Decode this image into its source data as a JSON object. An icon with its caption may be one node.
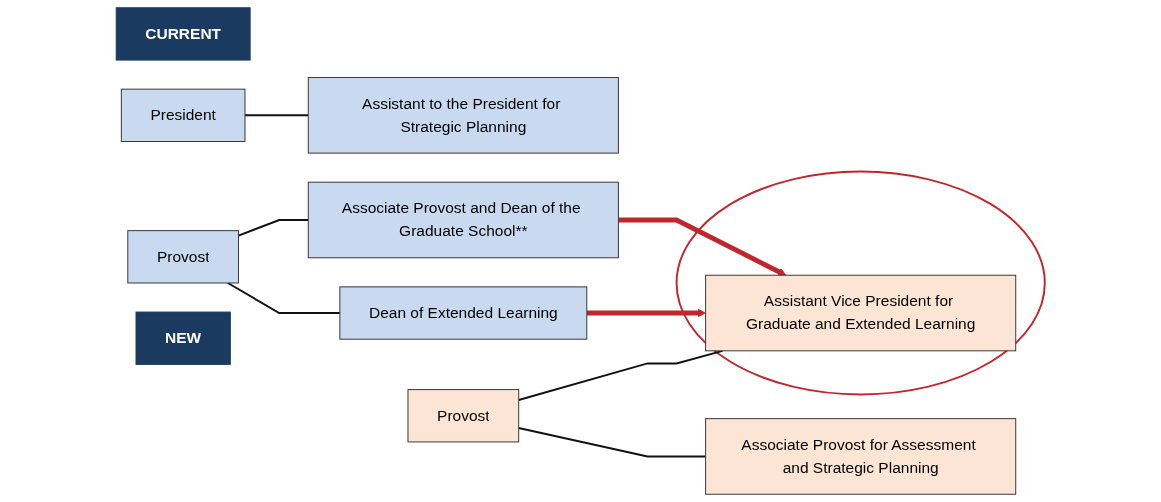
{
  "diagram": {
    "nodes": [
      {
        "text": [
          "CURRENT"
        ]
      },
      {
        "text": [
          "President"
        ]
      },
      {
        "text": [
          "Assistant to the President for Strategic Planning"
        ]
      },
      {
        "text": [
          "Provost"
        ]
      },
      {
        "text": [
          "Associate Provost and Dean of the Graduate School**"
        ]
      },
      {
        "text": [
          "Dean of Extended Learning"
        ]
      },
      {
        "text": [
          "NEW"
        ]
      },
      {
        "text": [
          "Provost"
        ]
      },
      {
        "text": [],
        "shape": "circle"
      },
      {
        "text": [
          "Assistant Vice President for Graduate and Extended Learning"
        ],
        "in": 8
      },
      {
        "text": [
          "Associate Provost for Assessment and Strategic Planning"
        ]
      }
    ],
    "edges": [
      {
        "from": 1,
        "to": 2,
        "arrow": "none"
      },
      {
        "from": 3,
        "to": 4,
        "arrow": "none"
      },
      {
        "from": 3,
        "to": 5,
        "arrow": "none"
      },
      {
        "from": 7,
        "to": 9,
        "arrow": "none"
      },
      {
        "from": 7,
        "to": 10,
        "arrow": "none"
      },
      {
        "from": 4,
        "to": 9,
        "arrow": "to",
        "style": "thick",
        "color": "#c0272d"
      },
      {
        "from": 5,
        "to": 9,
        "arrow": "to",
        "style": "thick",
        "color": "#c0272d"
      }
    ]
  }
}
